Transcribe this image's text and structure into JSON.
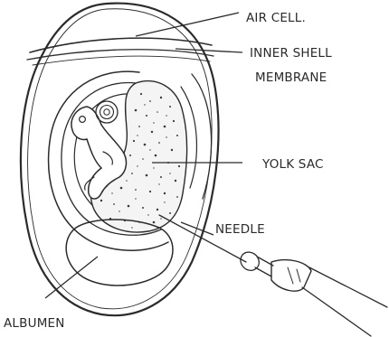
{
  "diagram": {
    "labels": {
      "air_cell": "AIR CELL.",
      "inner_shell_line1": "INNER SHELL",
      "inner_shell_line2": "MEMBRANE",
      "yolk_sac": "YOLK SAC",
      "needle": "NEEDLE",
      "albumen": "ALBUMEN"
    }
  }
}
